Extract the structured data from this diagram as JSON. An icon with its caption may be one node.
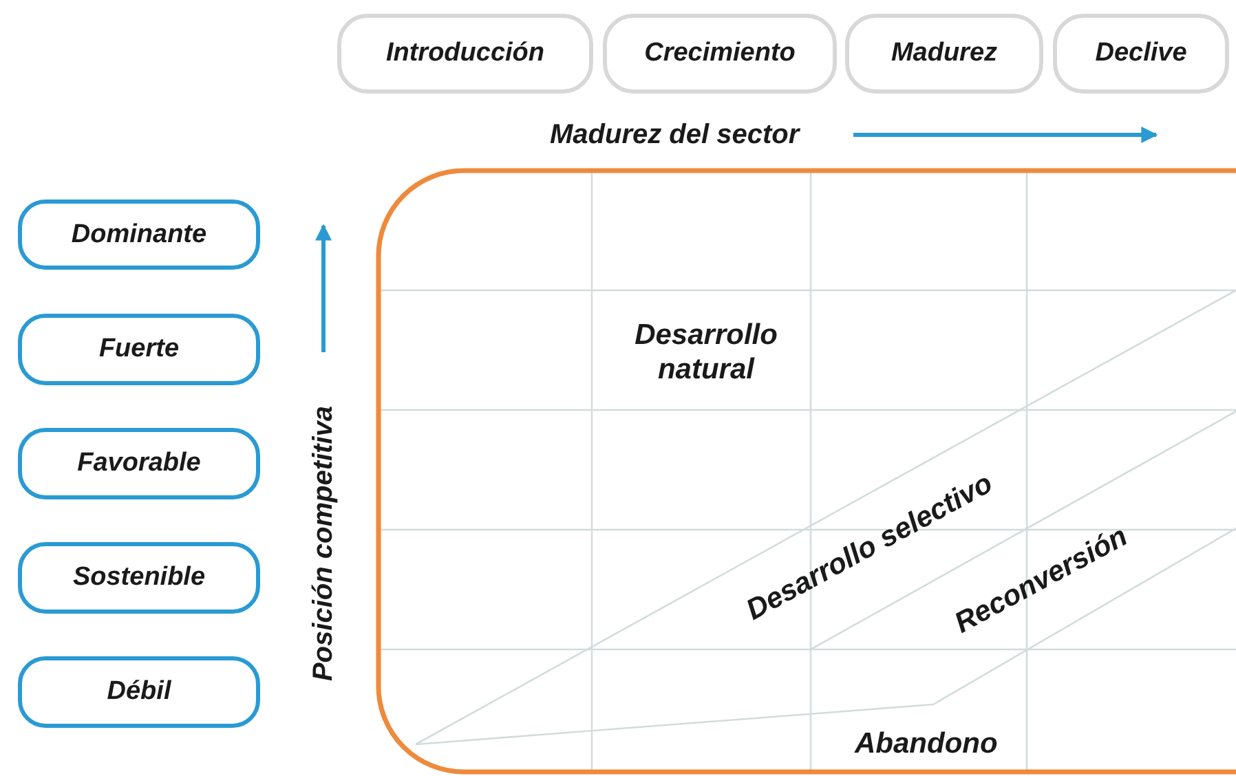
{
  "diagram": {
    "nodes": [
      {
        "text": [
          "Introducción"
        ]
      },
      {
        "text": [
          "Crecimiento"
        ]
      },
      {
        "text": [
          "Madurez"
        ]
      },
      {
        "text": [
          "Declive"
        ]
      },
      {
        "text": [
          "Dominante"
        ]
      },
      {
        "text": [
          "Fuerte"
        ]
      },
      {
        "text": [
          "Favorable"
        ]
      },
      {
        "text": [
          "Sostenible"
        ]
      },
      {
        "text": [
          "Débil"
        ]
      }
    ],
    "labels": [
      "Madurez del sector",
      "Posición competitiva",
      "Desarrollo natural",
      "Desarrollo selectivo",
      "Reconversión",
      "Abandono"
    ]
  }
}
